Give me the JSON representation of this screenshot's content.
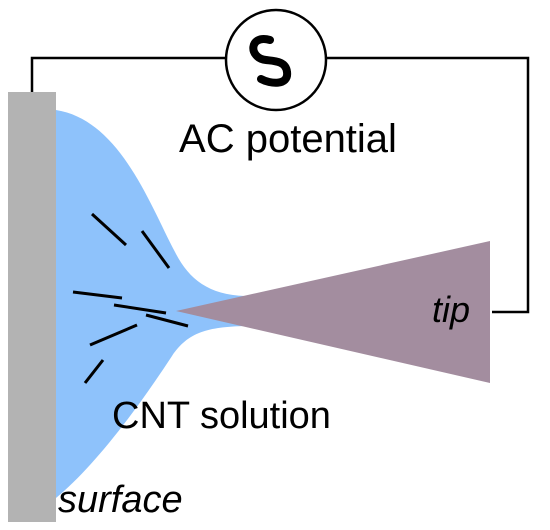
{
  "labels": {
    "ac_potential": "AC potential",
    "cnt_solution": "CNT solution",
    "tip": "tip",
    "surface": "surface"
  },
  "colors": {
    "surface": "#b3b3b3",
    "solution": "#8ec2fb",
    "tip": "#a38d9f",
    "wire": "#000000",
    "nanotube": "#000000"
  },
  "icons": {
    "ac_source": "sine-wave-icon"
  }
}
